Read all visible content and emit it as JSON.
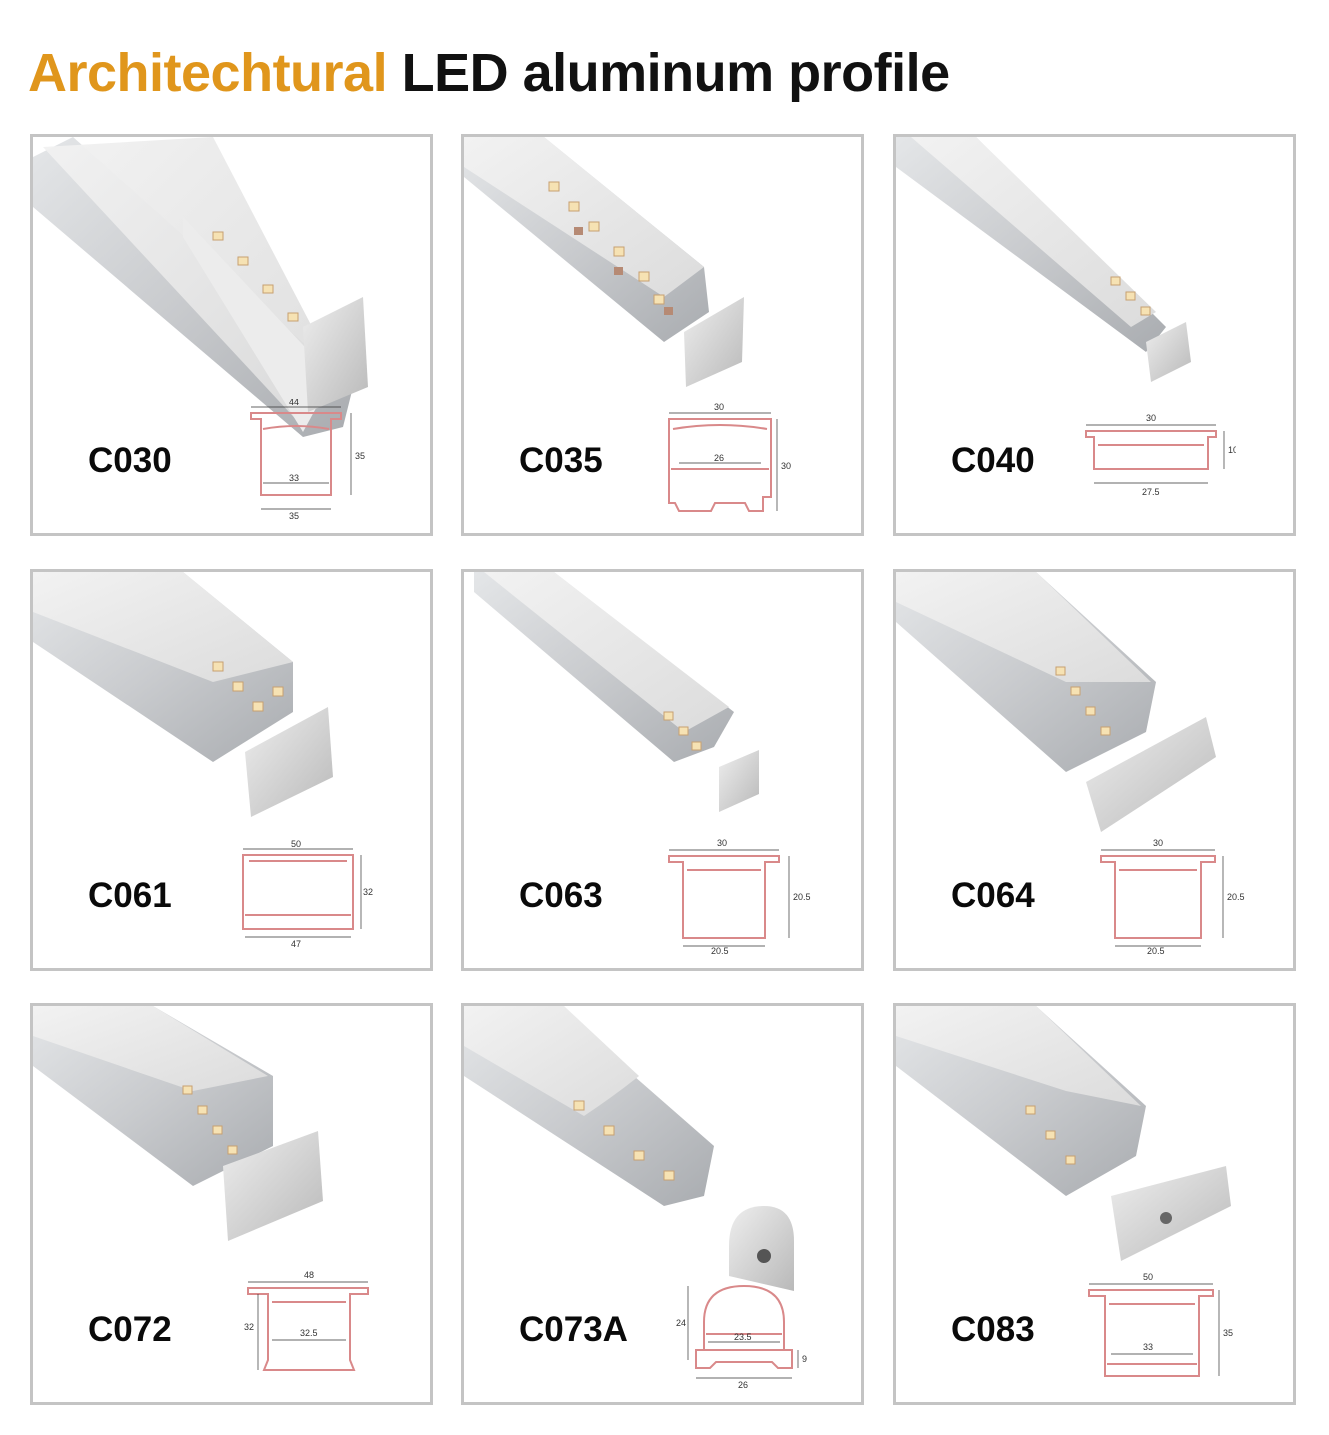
{
  "title": {
    "accent": "Architechtural",
    "rest": "LED aluminum profile"
  },
  "products": [
    {
      "code": "C030",
      "dims": {
        "top": "44",
        "inner": "33",
        "bottom": "35",
        "height": "35"
      }
    },
    {
      "code": "C035",
      "dims": {
        "top": "30",
        "inner": "26",
        "height": "30"
      }
    },
    {
      "code": "C040",
      "dims": {
        "top": "30",
        "bottom": "27.5",
        "height": "10"
      }
    },
    {
      "code": "C061",
      "dims": {
        "top": "50",
        "bottom": "47",
        "height": "32"
      }
    },
    {
      "code": "C063",
      "dims": {
        "top": "30",
        "bottom": "20.5",
        "height": "20.5"
      }
    },
    {
      "code": "C064",
      "dims": {
        "top": "30",
        "bottom": "20.5",
        "height": "20.5"
      }
    },
    {
      "code": "C072",
      "dims": {
        "top": "48",
        "inner": "32.5",
        "height": "32"
      }
    },
    {
      "code": "C073A",
      "dims": {
        "top": "24",
        "inner": "23.5",
        "bottom": "26",
        "height": "9"
      }
    },
    {
      "code": "C083",
      "dims": {
        "top": "50",
        "inner": "33",
        "height": "35"
      }
    }
  ],
  "colors": {
    "accent": "#e0961c",
    "profile_outline": "#d9898a",
    "border": "#c4c4c4"
  }
}
